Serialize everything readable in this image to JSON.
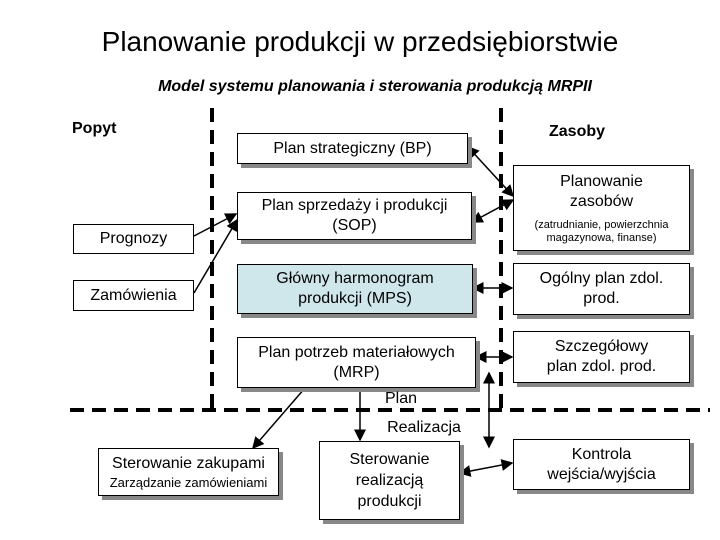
{
  "title": "Planowanie produkcji w przedsiębiorstwie",
  "subtitle": "Model systemu planowania i sterowania produkcją MRPII",
  "headers": {
    "left": "Popyt",
    "right": "Zasoby"
  },
  "left_boxes": {
    "prognozy": "Prognozy",
    "zamowienia": "Zamówienia"
  },
  "center": {
    "bp": "Plan strategiczny (BP)",
    "sop_line1": "Plan sprzedaży i produkcji",
    "sop_line2": "(SOP)",
    "mps_line1": "Główny harmonogram",
    "mps_line2": "produkcji (MPS)",
    "mrp_line1": "Plan potrzeb materiałowych",
    "mrp_line2": "(MRP)",
    "plan": "Plan",
    "realizacja": "Realizacja"
  },
  "right": {
    "zasoby_line1": "Planowanie",
    "zasoby_line2": "zasobów",
    "zasoby_note_line1": "(zatrudnianie, powierzchnia",
    "zasoby_note_line2": "magazynowa, finanse)",
    "ogolny_line1": "Ogólny plan zdol.",
    "ogolny_line2": "prod.",
    "szczeg_line1": "Szczegółowy",
    "szczeg_line2": "plan zdol. prod."
  },
  "bottom": {
    "zakupy_line1": "Sterowanie zakupami",
    "zakupy_line2": "Zarządzanie zamówieniami",
    "realizacja_line1": "Sterowanie",
    "realizacja_line2": "realizacją",
    "realizacja_line3": "produkcji",
    "kontrola_line1": "Kontrola",
    "kontrola_line2": "wejścia/wyjścia"
  },
  "colors": {
    "mps_fill": "#cfe6ea",
    "shadow": "#888888",
    "line": "#000000"
  }
}
